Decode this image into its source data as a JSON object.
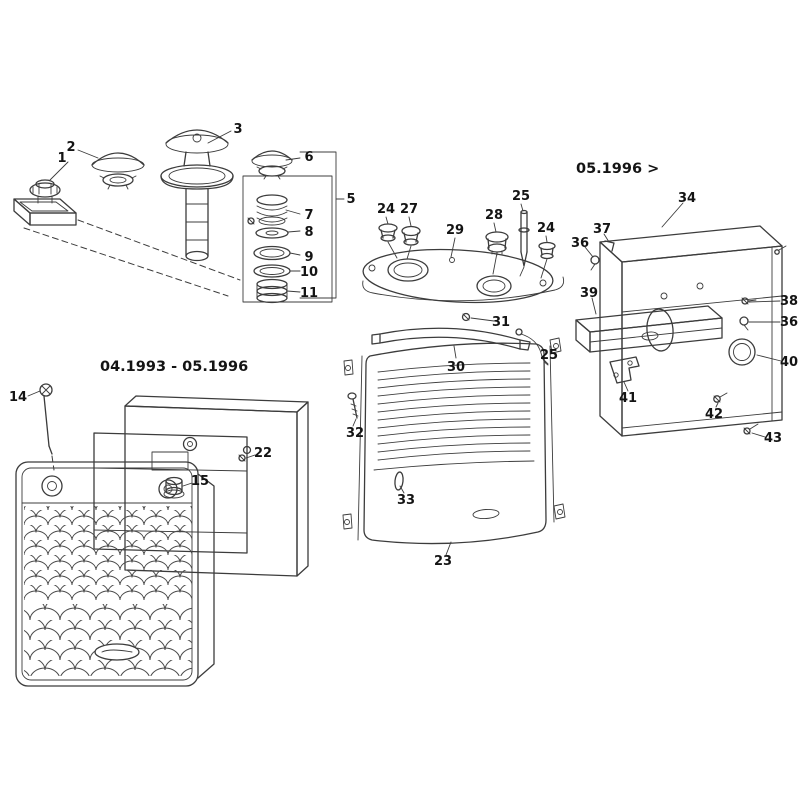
{
  "diagram": {
    "era_left": "04.1993 - 05.1996",
    "era_right": "05.1996 >",
    "colors": {
      "ink": "#3c3c3c",
      "background": "#ffffff"
    },
    "labels": {
      "p1": "1",
      "p2": "2",
      "p3": "3",
      "p5": "5",
      "p6": "6",
      "p7": "7",
      "p8": "8",
      "p9": "9",
      "p10": "10",
      "p11": "11",
      "p14": "14",
      "p15": "15",
      "p22": "22",
      "p23": "23",
      "p24a": "24",
      "p24b": "24",
      "p25a": "25",
      "p25b": "25",
      "p27": "27",
      "p28": "28",
      "p29": "29",
      "p30": "30",
      "p31": "31",
      "p32": "32",
      "p33": "33",
      "p34": "34",
      "p36a": "36",
      "p36b": "36",
      "p37": "37",
      "p38": "38",
      "p39": "39",
      "p40": "40",
      "p41": "41",
      "p42": "42",
      "p43": "43"
    }
  }
}
